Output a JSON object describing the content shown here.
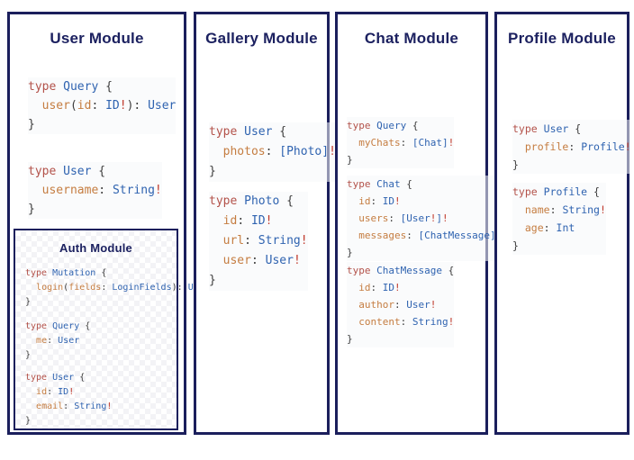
{
  "colors": {
    "navy_border": "#1b1f5c",
    "title_text": "#1c2160",
    "keyword_red": "#b3524a",
    "type_blue": "#2f63b0",
    "field_orange": "#c57d41",
    "bang_red": "#c0392b",
    "punct_gray": "#3d3d3d"
  },
  "modules": {
    "user": {
      "title": "User Module",
      "blocks": [
        [
          "type Query {",
          "  user(id: ID!): User",
          "}"
        ],
        [
          "type User {",
          "  username: String!",
          "}"
        ]
      ]
    },
    "auth": {
      "title": "Auth Module",
      "blocks": [
        [
          "type Mutation {",
          "  login(fields: LoginFields): User",
          "}"
        ],
        [
          "type Query {",
          "  me: User",
          "}"
        ],
        [
          "type User {",
          "  id: ID!",
          "  email: String!",
          "}"
        ]
      ]
    },
    "gallery": {
      "title": "Gallery Module",
      "blocks": [
        [
          "type User {",
          "  photos: [Photo]!",
          "}"
        ],
        [
          "type Photo {",
          "  id: ID!",
          "  url: String!",
          "  user: User!",
          "}"
        ]
      ]
    },
    "chat": {
      "title": "Chat Module",
      "blocks": [
        [
          "type Query {",
          "  myChats: [Chat]!",
          "}"
        ],
        [
          "type Chat {",
          "  id: ID!",
          "  users: [User!]!",
          "  messages: [ChatMessage]!",
          "}"
        ],
        [
          "type ChatMessage {",
          "  id: ID!",
          "  author: User!",
          "  content: String!",
          "}"
        ]
      ]
    },
    "profile": {
      "title": "Profile Module",
      "blocks": [
        [
          "type User {",
          "  profile: Profile!",
          "}"
        ],
        [
          "type Profile {",
          "  name: String!",
          "  age: Int",
          "}"
        ]
      ]
    }
  }
}
